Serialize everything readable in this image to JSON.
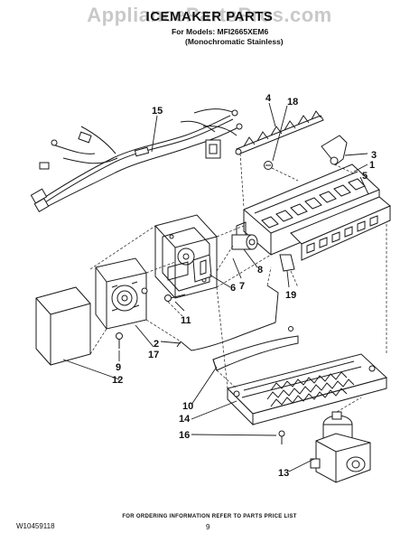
{
  "watermark": "AppliancePartsPros.com",
  "title": "ICEMAKER PARTS",
  "models_line": "For Models: MFI2665XEM6",
  "variant_line": "(Monochromatic Stainless)",
  "footer_note": "FOR ORDERING INFORMATION REFER TO PARTS PRICE LIST",
  "doc_number": "W10459118",
  "page_number": "9",
  "callouts": {
    "c1": "1",
    "c2": "2",
    "c3": "3",
    "c4": "4",
    "c5": "5",
    "c6": "6",
    "c7": "7",
    "c8": "8",
    "c9": "9",
    "c10": "10",
    "c11": "11",
    "c12": "12",
    "c13": "13",
    "c14": "14",
    "c15": "15",
    "c16": "16",
    "c17": "17",
    "c18": "18",
    "c19": "19"
  }
}
